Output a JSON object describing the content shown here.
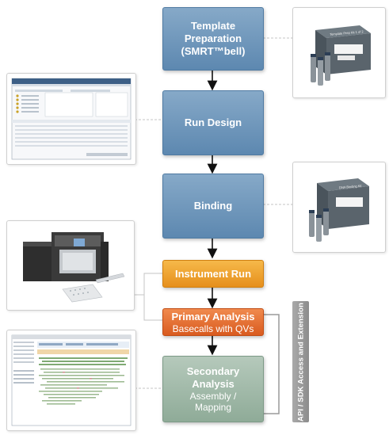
{
  "steps": {
    "template_prep": {
      "line1": "Template",
      "line2": "Preparation",
      "line3": "(SMRT™bell)"
    },
    "run_design": {
      "label": "Run Design"
    },
    "binding": {
      "label": "Binding"
    },
    "instrument_run": {
      "label": "Instrument Run"
    },
    "primary_analysis": {
      "title": "Primary Analysis",
      "subtitle": "Basecalls with QVs"
    },
    "secondary_analysis": {
      "line1": "Secondary",
      "line2": "Analysis",
      "line3": "Assembly /",
      "line4": "Mapping"
    }
  },
  "api_bar": {
    "label": "API / SDK Access and Extension"
  },
  "kits": {
    "template_kit_label": "Template Prep Kit 1 of 2",
    "binding_kit_label": "DNA Binding Kit"
  },
  "colors": {
    "step_blue": "#6f97bd",
    "instrument_orange": "#f0a431",
    "primary_orange": "#e46f34",
    "secondary_sage": "#a1b9a8",
    "api_gray": "#9a9a9a",
    "connector_gray": "#c4c4c4"
  }
}
